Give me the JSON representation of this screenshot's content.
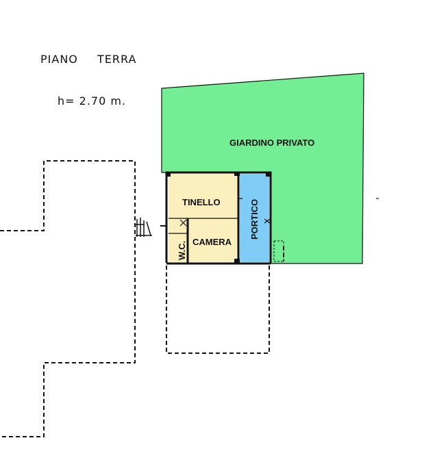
{
  "title": {
    "floor": "PIANO",
    "level": "TERRA",
    "height": "h= 2.70 m."
  },
  "areas": {
    "garden": "GIARDINO PRIVATO",
    "living": "TINELLO",
    "portico": "PORTICO",
    "bathroom": "W.C.",
    "bedroom": "CAMERA"
  },
  "colors": {
    "garden": "#74ee95",
    "rooms": "#fbefbd",
    "portico": "#7fcdf6",
    "walls": "#111111"
  }
}
